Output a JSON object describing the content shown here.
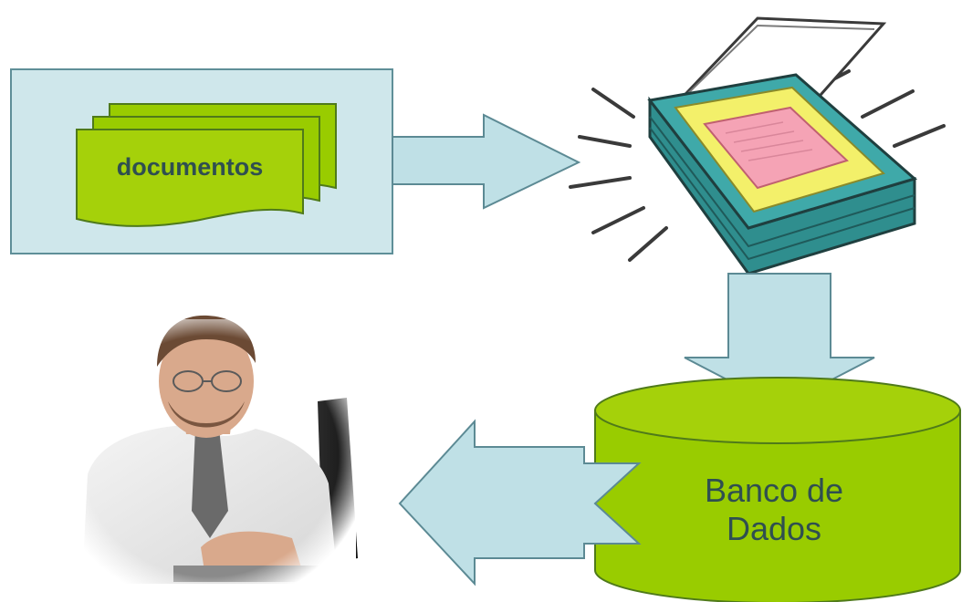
{
  "diagram": {
    "documents_label": "documentos",
    "database_label_line1": "Banco de",
    "database_label_line2": "Dados"
  },
  "colors": {
    "panel_fill": "#cfe7eb",
    "panel_stroke": "#5f8f98",
    "arrow_fill": "#bfe0e6",
    "arrow_stroke": "#5c8a94",
    "green_fill": "#99cc00",
    "green_stroke": "#4f7a1a",
    "scanner_teal": "#3fa9a9",
    "scanner_yellow": "#f3f06a",
    "scanner_pink": "#f5a3b5",
    "label_dark": "#2f4f50"
  },
  "icons": {
    "scanner": "scanner-icon",
    "person": "person-at-computer-icon",
    "database": "database-cylinder-icon",
    "documents": "document-stack-icon"
  }
}
